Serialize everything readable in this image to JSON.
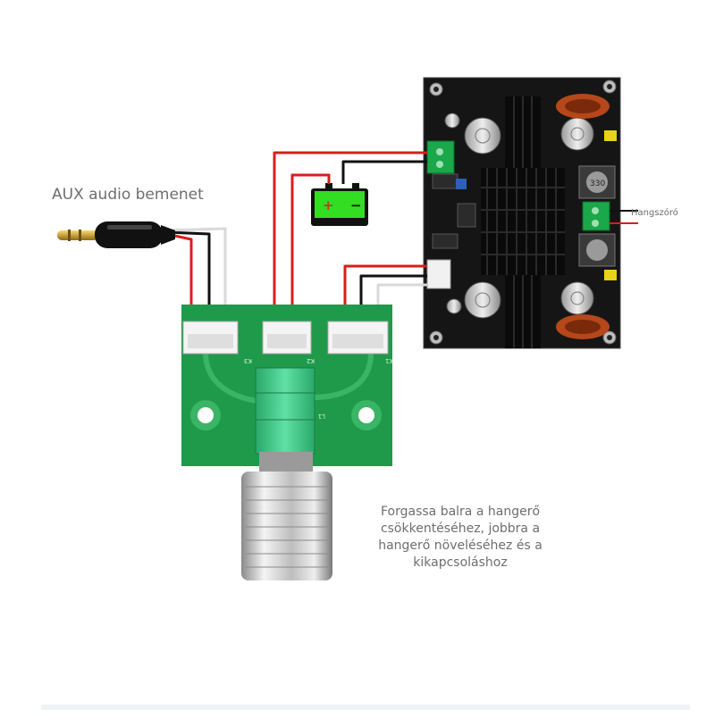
{
  "labels": {
    "aux_input": "AUX audio bemenet",
    "speaker": "Hangszóró",
    "instruction_lines": [
      "Forgassa balra a hangerő",
      "csökkentéséhez, jobbra a",
      "hangerő növeléséhez és a",
      "kikapcsoláshoz"
    ]
  },
  "battery": {
    "plus": "+",
    "minus": "−",
    "color": "#33dd22"
  },
  "connectors": {
    "k1": "K1",
    "k2": "K2",
    "k3": "K3",
    "l1": "L1"
  },
  "heatsink_marking": "330",
  "colors": {
    "pcb_green": "#1f9a4a",
    "amp_board": "#141414",
    "wire_red": "#d81e1e",
    "wire_black": "#111111",
    "wire_white": "#d9d9d9"
  }
}
